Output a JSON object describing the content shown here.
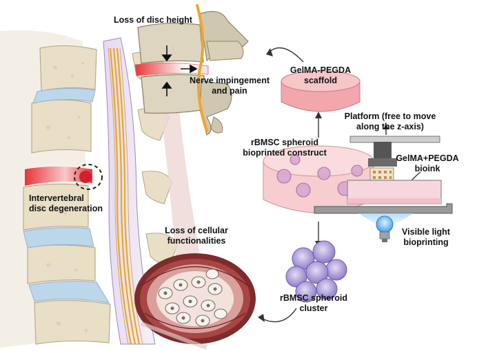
{
  "labels": {
    "loss_height": "Loss of disc height",
    "nerve_1": "Nerve impingement",
    "nerve_2": "and pain",
    "ivd_1": "Intervertebral",
    "ivd_2": "disc degeneration",
    "cell_loss_1": "Loss of cellular",
    "cell_loss_2": "functionalities",
    "scaffold_1": "GelMA-PEGDA",
    "scaffold_2": "scaffold",
    "platform_1": "Platform (free to move",
    "platform_2": "along the z-axis)",
    "construct_1": "rBMSC spheroid",
    "construct_2": "bioprinted construct",
    "bioink_1": "GelMA+PEGDA",
    "bioink_2": "bioink",
    "light_1": "Visible light",
    "light_2": "bioprinting",
    "cluster_1": "rBMSC spheroid",
    "cluster_2": "cluster"
  },
  "colors": {
    "vertebra": "#e9dfc6",
    "disc_blue": "#bcd6ea",
    "nerve": "#f0b030",
    "degeneration_red": "#e8353a",
    "scaffold_pink": "#f5b5b8",
    "spheroid_purple": "#b7a6dc",
    "light_blue": "#5aaee8"
  }
}
